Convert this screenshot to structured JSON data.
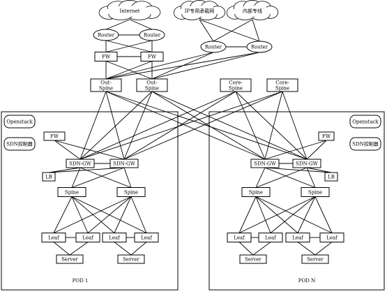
{
  "clouds": {
    "internet": "Internet",
    "ip_private": "IP专用承载网",
    "internal_line": "内部专线"
  },
  "labels": {
    "router": "Router",
    "fw": "FW",
    "out_spine_line1": "Out-",
    "out_spine_line2": "Spine",
    "core_spine_line1": "Core-",
    "core_spine_line2": "Spine",
    "openstack": "Openstack",
    "sdn_controller": "SDN控制器",
    "sdn_gw": "SDN-GW",
    "lb": "LB",
    "spine": "Spine",
    "leaf": "Leaf",
    "server": "Server"
  },
  "pods": {
    "pod1": "POD 1",
    "podn": "POD N"
  }
}
